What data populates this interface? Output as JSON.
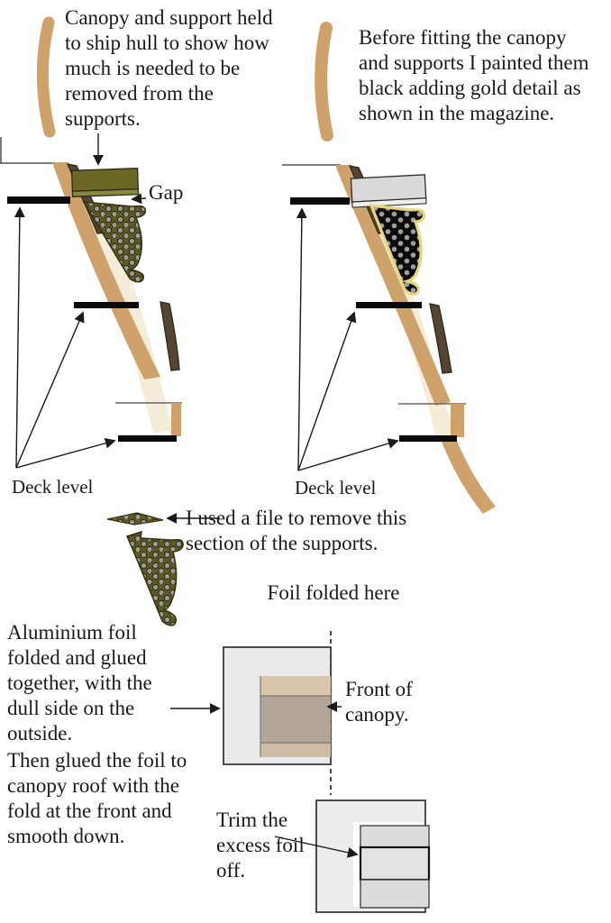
{
  "colors": {
    "hull_tan": "#d0a26b",
    "cream": "#f5ecd9",
    "wale_brown": "#554433",
    "olive": "#6a6824",
    "olive_light": "#8b893f",
    "olive_dark": "#5c5a22",
    "dot_gray": "#9b9b9b",
    "black_support": "#0c0c0c",
    "gold": "#e8d77a",
    "canopy_gray": "#dadada",
    "canopy_gray_light": "#efefef",
    "bar_black": "#0a0a0a",
    "foil_gray": "#eaeaea",
    "foil_gray2": "#ededed",
    "band_top": "#d9c6ab",
    "band_mid": "#b3a698",
    "band_bottom": "#cfbca4",
    "trim_band": "#dcdcdc",
    "trim_band_mid": "#e3e3e3",
    "white": "#ffffff"
  },
  "notes": {
    "left_intro": "Canopy and support held to ship hull to show how much is needed to be removed from the supports.",
    "right_intro": "Before fitting the canopy and supports I painted them black adding gold detail as shown in the magazine.",
    "file_note": "I used a file to remove this section of the supports.",
    "aluminium_note_line1": "Aluminium foil folded and glued together, with the dull side on the outside.",
    "aluminium_note_line2": "Then glued the foil to canopy roof with the fold at the front and smooth down.",
    "trim_note": "Trim the excess foil off."
  },
  "labels": {
    "gap": "Gap",
    "deck_level_left": "Deck level",
    "deck_level_right": "Deck level",
    "foil_folded": "Foil folded here",
    "front_of_canopy": "Front of canopy."
  }
}
